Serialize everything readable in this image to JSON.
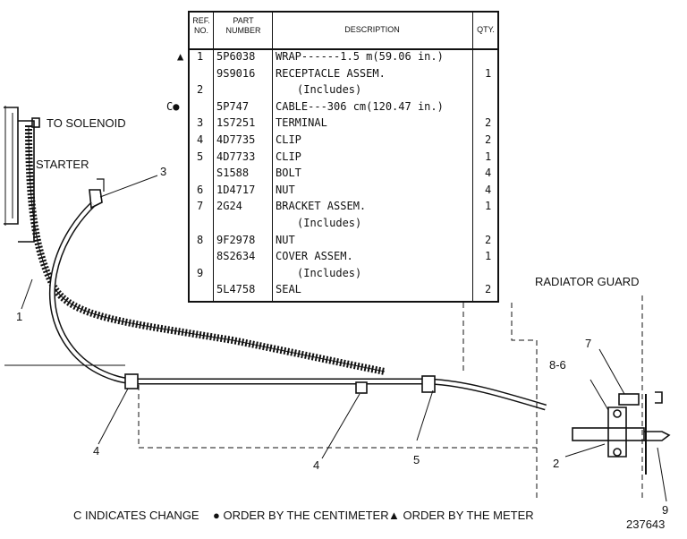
{
  "table": {
    "headers": {
      "ref": "REF. NO.",
      "part": "PART NUMBER",
      "desc": "DESCRIPTION",
      "qty": "QTY."
    },
    "rows": [
      {
        "ref": "1",
        "part": "5P6038",
        "desc": "WRAP------1.5 m(59.06 in.)",
        "qty": "",
        "mark": "▲"
      },
      {
        "ref": "",
        "part": "9S9016",
        "desc": "RECEPTACLE ASSEM.",
        "qty": "1"
      },
      {
        "ref": "2",
        "part": "",
        "desc": "(Includes)",
        "qty": ""
      },
      {
        "ref": "",
        "part": "5P747",
        "desc": "CABLE---306 cm(120.47 in.)",
        "qty": "",
        "mark": "C●"
      },
      {
        "ref": "3",
        "part": "1S7251",
        "desc": "TERMINAL",
        "qty": "2"
      },
      {
        "ref": "4",
        "part": "4D7735",
        "desc": "CLIP",
        "qty": "2"
      },
      {
        "ref": "5",
        "part": "4D7733",
        "desc": "CLIP",
        "qty": "1"
      },
      {
        "ref": "",
        "part": "S1588",
        "desc": "BOLT",
        "qty": "4"
      },
      {
        "ref": "6",
        "part": "1D4717",
        "desc": "NUT",
        "qty": "4"
      },
      {
        "ref": "7",
        "part": "2G24",
        "desc": "BRACKET ASSEM.",
        "qty": "1"
      },
      {
        "ref": "",
        "part": "",
        "desc": "(Includes)",
        "qty": ""
      },
      {
        "ref": "8",
        "part": "9F2978",
        "desc": "NUT",
        "qty": "2"
      },
      {
        "ref": "",
        "part": "8S2634",
        "desc": "COVER ASSEM.",
        "qty": "1"
      },
      {
        "ref": "9",
        "part": "",
        "desc": "(Includes)",
        "qty": ""
      },
      {
        "ref": "",
        "part": "5L4758",
        "desc": "SEAL",
        "qty": "2"
      }
    ]
  },
  "labels": {
    "to_solenoid": "TO SOLENOID",
    "starter": "STARTER",
    "radiator_guard": "RADIATOR GUARD",
    "callouts": [
      "1",
      "3",
      "4",
      "4",
      "5",
      "8-6",
      "7",
      "2",
      "9"
    ]
  },
  "legend": {
    "change": "C INDICATES CHANGE",
    "centimeter": "● ORDER BY THE CENTIMETER",
    "meter": "▲ ORDER BY THE METER"
  },
  "figure_number": "237643"
}
